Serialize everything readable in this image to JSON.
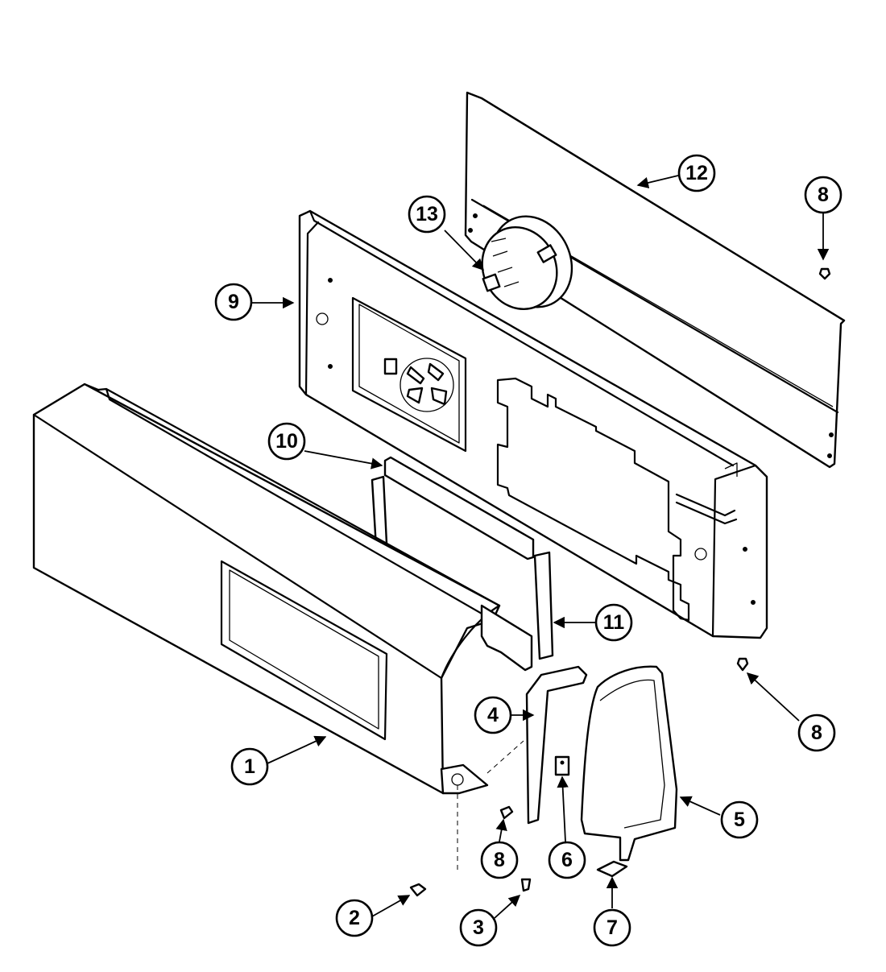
{
  "callouts": {
    "c1": "1",
    "c2": "2",
    "c3": "3",
    "c4": "4",
    "c5": "5",
    "c6": "6",
    "c7": "7",
    "c8a": "8",
    "c8b": "8",
    "c8c": "8",
    "c9": "9",
    "c10": "10",
    "c11": "11",
    "c12": "12",
    "c13": "13"
  }
}
